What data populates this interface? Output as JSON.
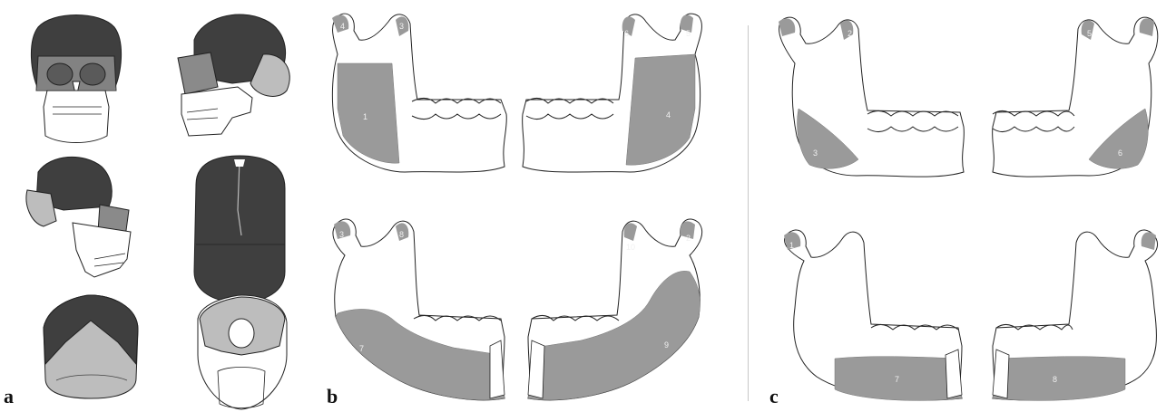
{
  "panels": {
    "a": {
      "label": "a"
    },
    "b": {
      "label": "b",
      "numbers": [
        "4",
        "3",
        "1",
        "6",
        "5",
        "4",
        "3",
        "8",
        "7",
        "10",
        "2",
        "9"
      ]
    },
    "c": {
      "label": "c",
      "numbers": [
        "2",
        "3",
        "5",
        "6",
        "1",
        "4",
        "7",
        "8"
      ]
    }
  },
  "colors": {
    "dark_bone": "#3f3f3f",
    "light_bone": "#bdbdbd",
    "mid_bone": "#8a8a8a",
    "region_fill": "#9a9a9a",
    "outline": "#222222",
    "divider": "#c8c8c8"
  }
}
